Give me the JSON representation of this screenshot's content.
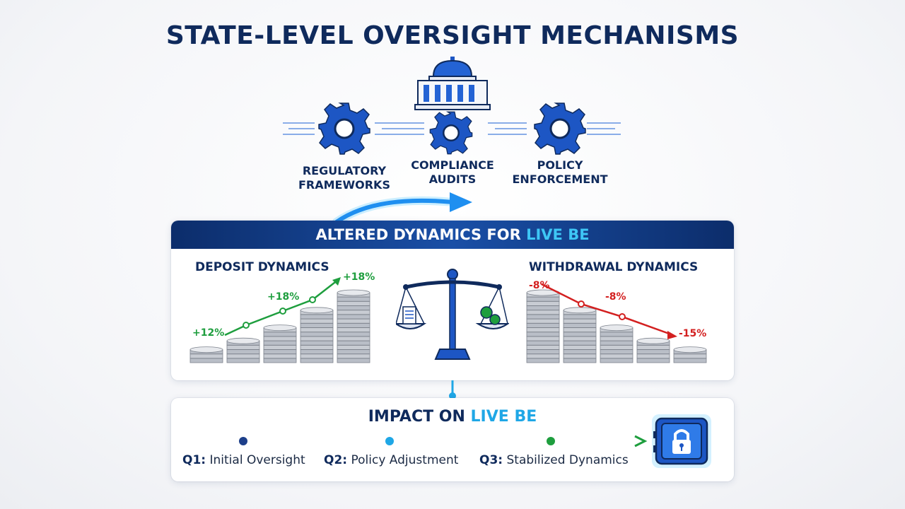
{
  "title": "STATE-LEVEL OVERSIGHT MECHANISMS",
  "icons": {
    "building": "government-building-icon",
    "gear": "gear-icon",
    "scale": "balance-scale-icon",
    "vault": "vault-lock-icon"
  },
  "colors": {
    "navy": "#0f2a5c",
    "gear_blue": "#1d56c4",
    "up_green": "#1e9e3e",
    "down_red": "#d32020",
    "highlight_cyan": "#3ec6f5"
  },
  "mechanisms": [
    {
      "line1": "REGULATORY",
      "line2": "FRAMEWORKS"
    },
    {
      "line1": "COMPLIANCE",
      "line2": "AUDITS"
    },
    {
      "line1": "POLICY",
      "line2": "ENFORCEMENT"
    }
  ],
  "dynamics": {
    "title_prefix": "ALTERED DYNAMICS FOR ",
    "title_highlight": "LIVE BE",
    "deposit": {
      "title": "DEPOSIT DYNAMICS",
      "labels": [
        "+12%",
        "+18%",
        "+18%"
      ]
    },
    "withdrawal": {
      "title": "WITHDRAWAL DYNAMICS",
      "labels": [
        "-8%",
        "-8%",
        "-15%"
      ]
    }
  },
  "impact": {
    "title_prefix": "IMPACT ON ",
    "title_highlight": "LIVE BE",
    "milestones": [
      {
        "code": "Q1:",
        "text": " Initial Oversight"
      },
      {
        "code": "Q2:",
        "text": " Policy Adjustment"
      },
      {
        "code": "Q3:",
        "text": " Stabilized Dynamics"
      }
    ]
  }
}
